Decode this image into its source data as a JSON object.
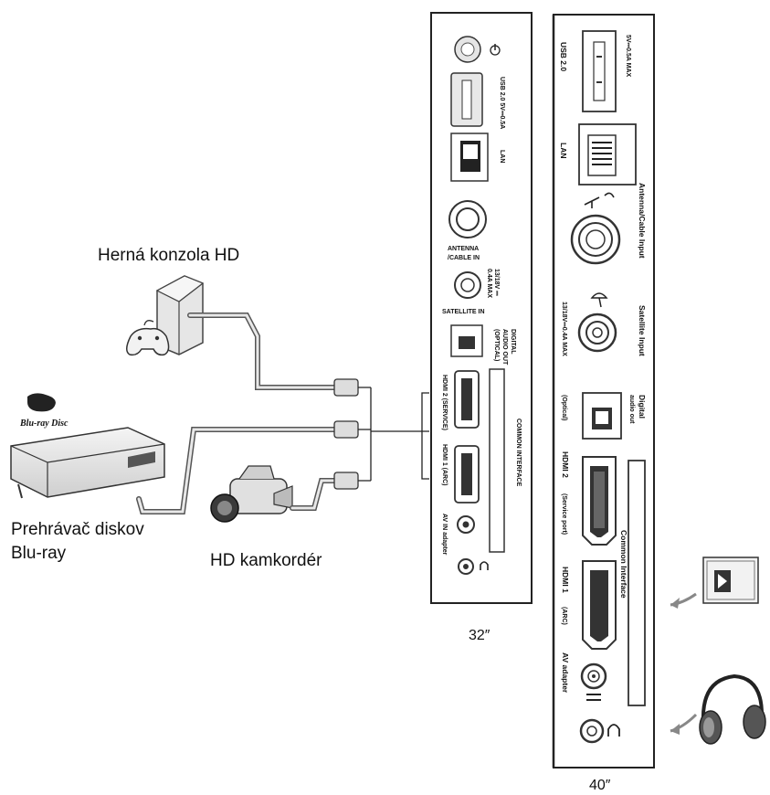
{
  "devices": {
    "game_console": "Herná konzola HD",
    "bluray_line1": "Prehrávač diskov",
    "bluray_line2": "Blu-ray",
    "camcorder": "HD kamkordér",
    "bluray_logo": "Blu-ray Disc"
  },
  "panel_32": {
    "size_label": "32″",
    "usb": "USB 2.0 5V⎓0.5A",
    "lan": "LAN",
    "antenna_l1": "ANTENNA",
    "antenna_l2": "/CABLE IN",
    "sat_spec_l1": "13/18V ⎓",
    "sat_spec_l2": "0.4A MAX",
    "satellite": "SATELLITE IN",
    "digital_l1": "DIGITAL",
    "digital_l2": "AUDIO OUT",
    "digital_l3": "(OPTICAL)",
    "hdmi2": "HDMI 2 (SERVICE)",
    "hdmi1": "HDMI 1 (ARC)",
    "common_interface": "COMMON INTERFACE",
    "av_in": "AV IN adapter"
  },
  "panel_40": {
    "size_label": "40″",
    "usb": "USB 2.0",
    "usb_spec": "5V⎓0.5A MAX",
    "lan": "LAN",
    "antenna": "Antenna/Cable Input",
    "satellite": "Satellite Input",
    "sat_spec": "13/18V⎓0.4A MAX",
    "digital_l1": "Digital",
    "digital_l2": "audio out",
    "digital_l3": "(Optical)",
    "hdmi2": "HDMI 2",
    "hdmi2_sub": "(Service port)",
    "hdmi1": "HDMI 1",
    "hdmi1_sub": "(ARC)",
    "common_interface": "Common Interface",
    "av_adapter": "AV adapter"
  }
}
